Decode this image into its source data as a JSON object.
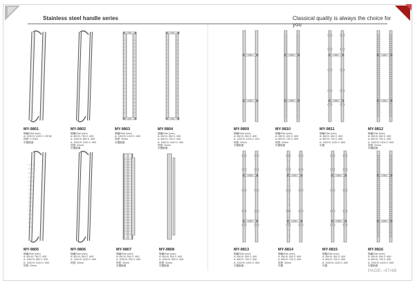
{
  "header": {
    "title": "Stainless steel handle series",
    "slogan": "Classical quality is always the choice for you"
  },
  "colors": {
    "accent": "#a11a1a",
    "accent_light": "#d24a4a",
    "line": "#777777"
  },
  "products": [
    {
      "code": "MY-9801",
      "spec": [
        "规格/Size (mm)",
        "A: 1200 B: 1100 C: 25*38",
        "材质: S.S304",
        "中国制造"
      ]
    },
    {
      "code": "MY-9802",
      "spec": [
        "规格/Size (mm)",
        "A: 600 B: 750 C: 600",
        "A: 1000 B: 800 C: 600",
        "A: 1200 B: 1100 C: 600",
        "材质: 32mm",
        "中国制造"
      ]
    },
    {
      "code": "MY-9803",
      "spec": [
        "规格/Size (mm)",
        "A: 1200 B: 1100 C: 600",
        "材质: 32mm",
        "中国制造"
      ]
    },
    {
      "code": "MY-9804",
      "spec": [
        "规格/Size (mm)",
        "A: 600 B: 500 C: 600",
        "A: 800 B: 700 C: 600",
        "A: 1200 B: 1100 C: 600",
        "材质: 32mm",
        "中国制造"
      ]
    },
    {
      "code": "MY-9809",
      "spec": [
        "规格/Size (mm)",
        "A: 450 B: 400 C: 600",
        "A: 1200 B: 1100 C: 631",
        "材质: 32mm",
        "中国制造"
      ]
    },
    {
      "code": "MY-9810",
      "spec": [
        "规格/Size (mm)",
        "A: 450 B: 400 C: 600",
        "A: 800 B: 700 C: 600",
        "材质: 32mm",
        "中国制造"
      ]
    },
    {
      "code": "MY-9811",
      "spec": [
        "规格/Size (mm)",
        "A: 450 B: 400 C: 600",
        "A: 800 B: 700 C: 600",
        "A: 1200 B: 1100 C: 600",
        "中国"
      ]
    },
    {
      "code": "MY-9812",
      "spec": [
        "规格/Size (mm)",
        "A: 450 B: 400 C: 600",
        "A: 800 B: 700 C: 600",
        "A: 1200 B: 1100 C: 600",
        "材质: 32mm",
        "中国制造"
      ]
    },
    {
      "code": "MY-9805",
      "spec": [
        "规格/Size (mm)",
        "A: 600 B: 750 C: 600",
        "A: 1000 B: 800 C: 600",
        "A: 1200 B: 1100 C: 600",
        "材质: 32mm"
      ]
    },
    {
      "code": "MY-9806",
      "spec": [
        "规格/Size (mm)",
        "A: 600 B: 500 C: 600",
        "A: 1200 B: 1100 C: 600",
        "材质: 32mm"
      ]
    },
    {
      "code": "MY-9807",
      "spec": [
        "规格/Size (mm)",
        "A: 600 B: 500 C: 600",
        "A: 1000 B: 900 C: 600",
        "材质: 32mm",
        "中国制造"
      ]
    },
    {
      "code": "MY-9808",
      "spec": [
        "规格/Size (mm)",
        "A: 600 B: 500 C: 600",
        "A: 1000 B: 900 C: 600",
        "材质: 32mm",
        "中国制造"
      ]
    },
    {
      "code": "MY-9813",
      "spec": [
        "规格/Size (mm)",
        "A: 450 B: 400 C: 600",
        "A: 800 B: 700 C: 600",
        "A: 1200 B: 1100 C: 600",
        "中国制造"
      ]
    },
    {
      "code": "MY-9814",
      "spec": [
        "规格/Size (mm)",
        "A: 450 B: 400 C: 600",
        "A: 800 B: 700 C: 600",
        "材质: 32mm",
        "中国"
      ]
    },
    {
      "code": "MY-9815",
      "spec": [
        "规格/Size (mm)",
        "A: 450 B: 400 C: 600",
        "A: 800 B: 700 C: 600",
        "A: 1200 B: 1100 C: 600",
        "中国"
      ]
    },
    {
      "code": "MY-9816",
      "spec": [
        "规格/Size (mm)",
        "A: 450 B: 400 C: 600",
        "A: 800 B: 700 C: 600",
        "A: 1200 B: 1100 C: 600",
        "中国制造"
      ]
    }
  ],
  "footer": {
    "page": "PAGE--47/48"
  }
}
